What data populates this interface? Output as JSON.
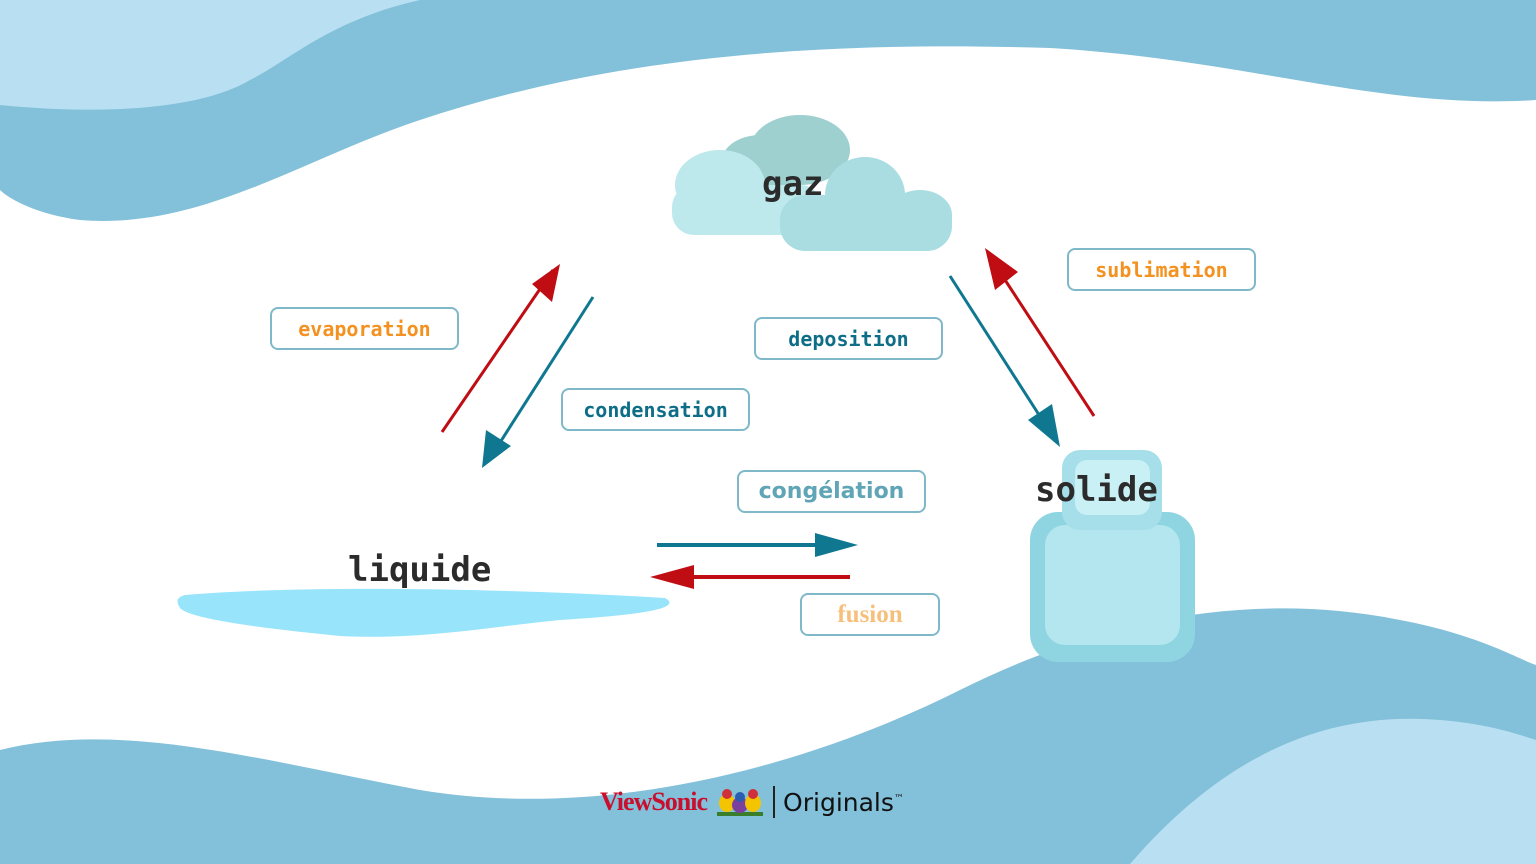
{
  "states": {
    "gas": "gaz",
    "liquid": "liquide",
    "solid": "solide"
  },
  "processes": {
    "evaporation": "evaporation",
    "condensation": "condensation",
    "deposition": "deposition",
    "sublimation": "sublimation",
    "freezing": "congélation",
    "melting": "fusion"
  },
  "footer": {
    "brand": "ViewSonic",
    "registered": "®",
    "product": "Originals",
    "trademark": "™"
  },
  "colors": {
    "wave": "#83c0da",
    "wave_light": "#b9e0f2",
    "heating_arrow": "#c00d14",
    "cooling_arrow": "#0f7890",
    "box_border": "#7fb9c9"
  }
}
